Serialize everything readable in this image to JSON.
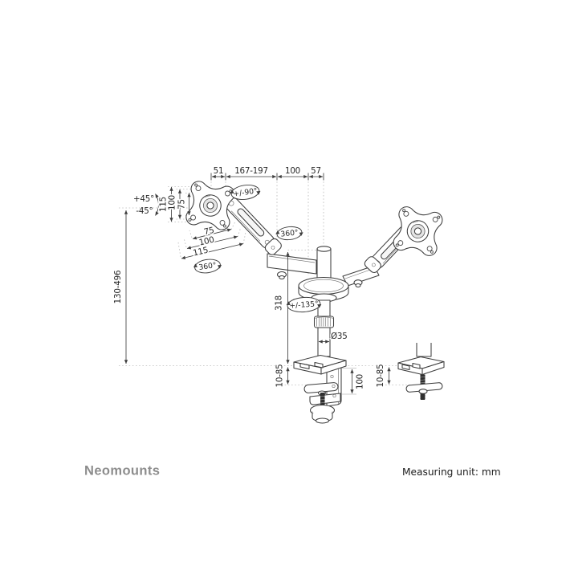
{
  "drawing": {
    "top_dims": [
      "51",
      "167-197",
      "100",
      "57"
    ],
    "tilt": {
      "up": "+45°",
      "down": "-45°"
    },
    "vesa_vertical": [
      "115",
      "100",
      "75"
    ],
    "vesa_horizontal": [
      "75",
      "100",
      "115"
    ],
    "rotations": {
      "pivot": "+/-90°",
      "vesa_swivel": "360°",
      "arm_swivel": "360°",
      "base_swivel": "+/-135°"
    },
    "height_range": "130-496",
    "pole_height": "318",
    "pole_diameter": "Ø35",
    "clamp_desk_thickness": "10-85",
    "clamp_bracket_height": "100",
    "grommet_desk_thickness": "10-85"
  },
  "footer": {
    "brand": "Neomounts",
    "unit_note": "Measuring unit: mm"
  }
}
